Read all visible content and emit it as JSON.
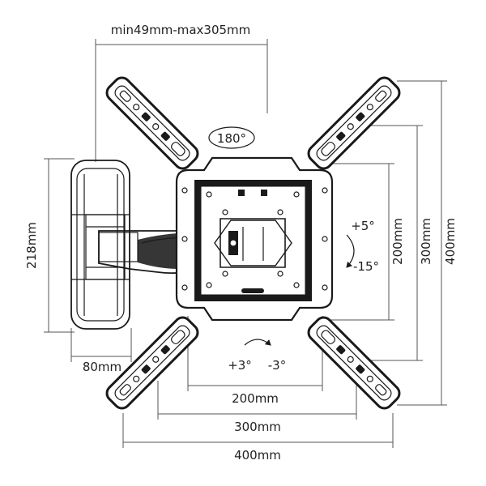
{
  "dimensions": {
    "arm_extension": "min49mm-max305mm",
    "wall_plate_height": "218mm",
    "wall_plate_width": "80mm",
    "vesa_200_width": "200mm",
    "vesa_300_width": "300mm",
    "vesa_400_width": "400mm",
    "vesa_200_height": "200mm",
    "vesa_300_height": "300mm",
    "vesa_400_height": "400mm"
  },
  "rotation": {
    "swivel": "180°",
    "tilt_up": "+5°",
    "tilt_down": "-15°",
    "level_plus": "+3°",
    "level_minus": "-3°"
  }
}
